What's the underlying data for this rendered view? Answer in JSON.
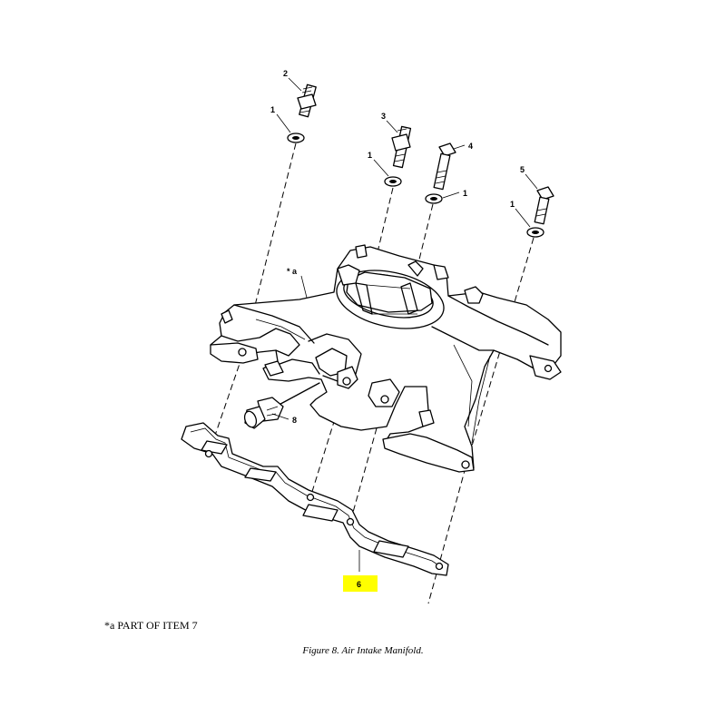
{
  "callouts": {
    "c1a": "1",
    "c1b": "1",
    "c1c": "1",
    "c1d": "1",
    "c2": "2",
    "c3": "3",
    "c4": "4",
    "c5": "5",
    "c6": "6",
    "c8": "8",
    "ca": "* a"
  },
  "highlight_color": "#ffff00",
  "note": "*a PART OF ITEM 7",
  "caption": "Figure 8.  Air Intake Manifold."
}
